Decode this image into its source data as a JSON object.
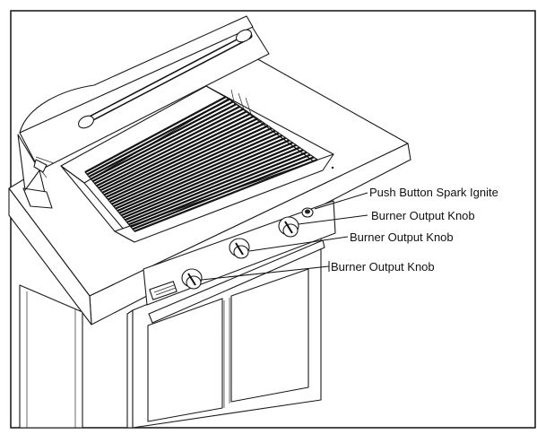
{
  "callouts": [
    {
      "id": "spark-igniter",
      "label": "Push Button Spark Ignite"
    },
    {
      "id": "burner-knob-right",
      "label": "Burner Output Knob"
    },
    {
      "id": "burner-knob-middle",
      "label": "Burner Output Knob"
    },
    {
      "id": "burner-knob-left",
      "label": "Burner Output Knob"
    }
  ]
}
